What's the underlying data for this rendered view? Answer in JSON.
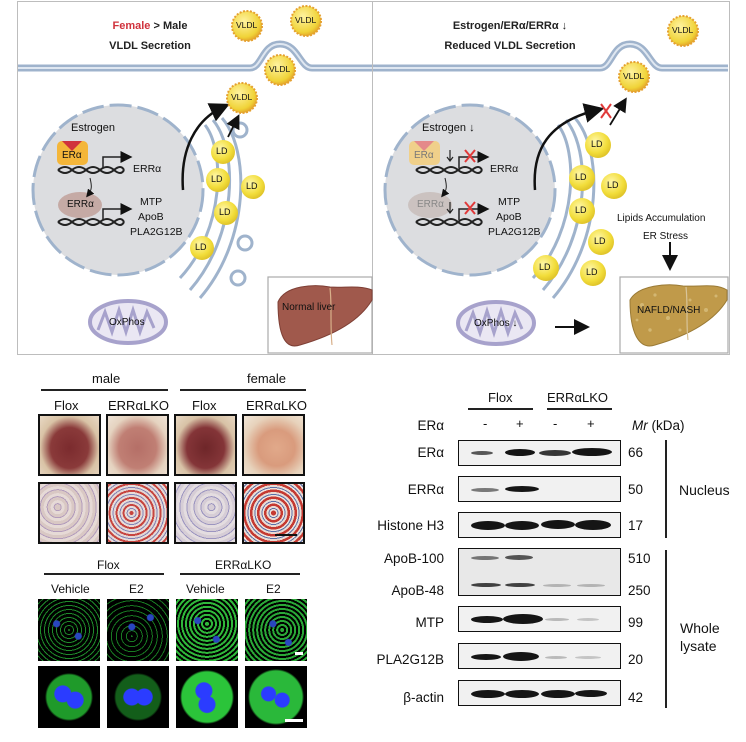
{
  "schematic": {
    "left_panel": {
      "header_line1_red": "Female",
      "header_line1_rest": "Male",
      "header_compare_symbol": ">",
      "header_line2": "VLDL  Secretion",
      "estrogen_label": "Estrogen",
      "receptor_label": "ERα",
      "target_gene_1": "ERRα",
      "errα_protein_label": "ERRα",
      "target_genes": [
        "MTP",
        "ApoB",
        "PLA2G12B"
      ],
      "vldl_labels": [
        "VLDL",
        "VLDL",
        "VLDL",
        "VLDL"
      ],
      "ld_labels": [
        "LD",
        "LD",
        "LD",
        "LD",
        "LD"
      ],
      "mitochondria_label": "OxPhos",
      "liver_label": "Normal liver"
    },
    "right_panel": {
      "header_line1": "Estrogen/ERα/ERRα ↓",
      "header_line2": "Reduced  VLDL Secretion",
      "estrogen_label": "Estrogen ↓",
      "receptor_label": "ERα",
      "target_gene_1": "ERRα",
      "errα_protein_label": "ERRα",
      "target_genes": [
        "MTP",
        "ApoB",
        "PLA2G12B"
      ],
      "vldl_labels": [
        "VLDL",
        "VLDL"
      ],
      "ld_labels": [
        "LD",
        "LD",
        "LD",
        "LD",
        "LD",
        "LD",
        "LD"
      ],
      "outcome_line1": "Lipids Accumulation",
      "outcome_line2": "ER Stress",
      "mitochondria_label": "OxPhos ↓",
      "liver_label": "NAFLD/NASH"
    },
    "colors": {
      "accent_red": "#d0323c",
      "lipid_yellow": "#f2dd3a",
      "membrane_blue": "#9fb3cc",
      "nucleus_gray": "#dcdde0",
      "normal_liver": "#a0594c",
      "fatty_liver": "#c09a4a"
    }
  },
  "liver_images": {
    "groups": [
      "male",
      "female"
    ],
    "columns": [
      "Flox",
      "ERRαLKO",
      "Flox",
      "ERRαLKO"
    ]
  },
  "fluorescence": {
    "groups": [
      "Flox",
      "ERRαLKO"
    ],
    "columns": [
      "Vehicle",
      "E2",
      "Vehicle",
      "E2"
    ]
  },
  "western_blot": {
    "groups": [
      "Flox",
      "ERRαLKO"
    ],
    "treatment_label": "ERα",
    "treatment_values": [
      "-",
      "+",
      "-",
      "+"
    ],
    "mr_label_italic": "Mr",
    "mr_label_unit": "(kDa)",
    "rows": [
      {
        "label": "ERα",
        "mr": "66"
      },
      {
        "label": "ERRα",
        "mr": "50"
      },
      {
        "label": "Histone H3",
        "mr": "17"
      },
      {
        "label": "ApoB-100",
        "mr": "510"
      },
      {
        "label": "ApoB-48",
        "mr": "250"
      },
      {
        "label": "MTP",
        "mr": "99"
      },
      {
        "label": "PLA2G12B",
        "mr": "20"
      },
      {
        "label": "β-actin",
        "mr": "42"
      }
    ],
    "fractions": [
      {
        "label": "Nucleus"
      },
      {
        "label_line1": "Whole",
        "label_line2": "lysate"
      }
    ]
  }
}
